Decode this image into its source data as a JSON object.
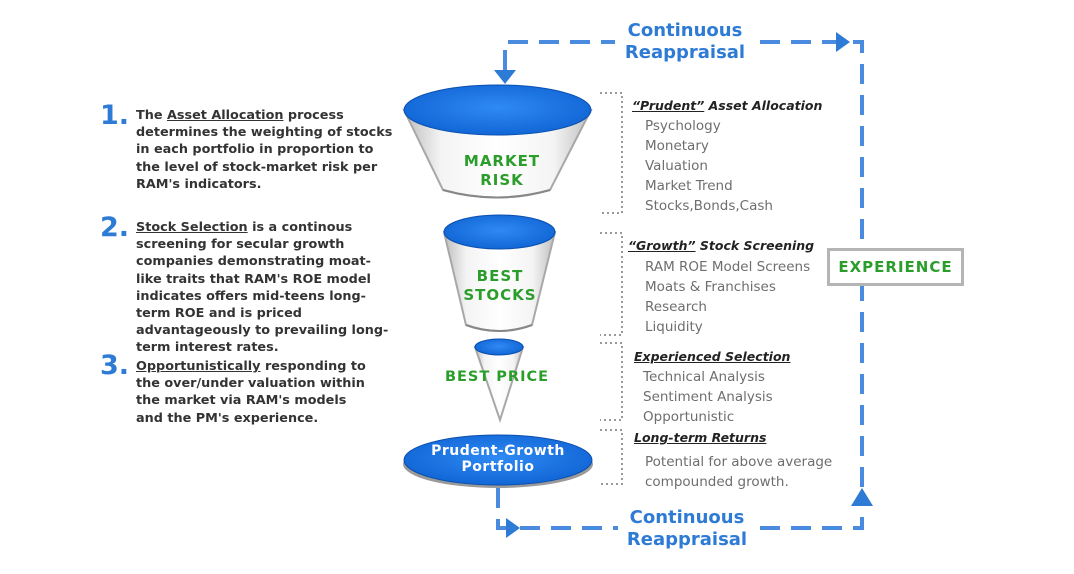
{
  "steps": [
    {
      "number": "1.",
      "pre": "The ",
      "link": "Asset Allocation",
      "post": " process determines the weighting of stocks in each portfolio in proportion to the level of stock-market risk per RAM's indicators."
    },
    {
      "number": "2.",
      "pre": "",
      "link": "Stock Selection",
      "post": " is a continous screening for secular growth companies demonstrating moat-like traits that RAM's ROE model indicates offers mid-teens long-term ROE and is priced advantageously to prevailing long-term interest rates."
    },
    {
      "number": "3.",
      "pre": "",
      "link": "Opportunistically",
      "post": " responding to the over/under valuation within the market via RAM's models and the PM's experience."
    }
  ],
  "reappraisal": {
    "top": [
      "Continuous",
      "Reappraisal"
    ],
    "bottom": [
      "Continuous",
      "Reappraisal"
    ]
  },
  "funnel": {
    "market_risk": [
      "MARKET",
      "RISK"
    ],
    "best_stocks": [
      "BEST",
      "STOCKS"
    ],
    "best_price": "BEST PRICE",
    "portfolio": [
      "Prudent-Growth",
      "Portfolio"
    ]
  },
  "categories": [
    {
      "quoted": "“Prudent”",
      "rest": " Asset Allocation",
      "items": [
        "Psychology",
        "Monetary",
        "Valuation",
        "Market Trend",
        "Stocks,Bonds,Cash"
      ]
    },
    {
      "quoted": "“Growth”",
      "rest": " Stock Screening",
      "items": [
        "RAM ROE Model Screens",
        "Moats & Franchises",
        "Research",
        "Liquidity"
      ]
    },
    {
      "quoted": "",
      "rest": "Experienced Selection",
      "items": [
        "Technical Analysis",
        "Sentiment Analysis",
        "Opportunistic"
      ]
    },
    {
      "quoted": "",
      "rest": "Long-term Returns",
      "items": [
        "Potential for above average",
        "compounded growth."
      ]
    }
  ],
  "experience_label": "EXPERIENCE",
  "colors": {
    "blue": "#1d78e8",
    "accent_text": "#2e7bd6",
    "green": "#2a9d2a",
    "dashed": "#4a8be0"
  }
}
